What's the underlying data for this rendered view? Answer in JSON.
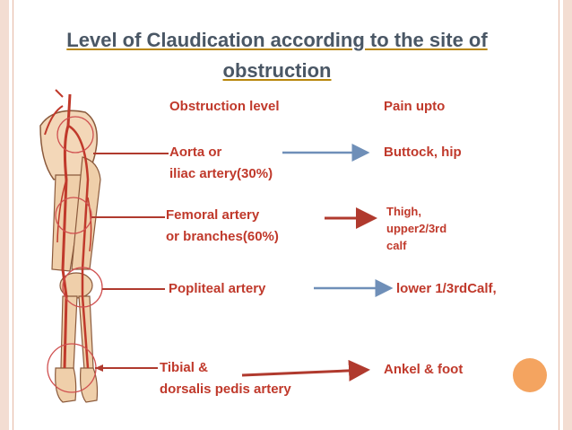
{
  "title": {
    "line1": "Level of Claudication according to the site of",
    "line2": "obstruction"
  },
  "headers": {
    "obstruction": "Obstruction level",
    "pain": "Pain upto"
  },
  "rows": [
    {
      "level_line1": "Aorta or",
      "level_line2": "iliac artery(30%)",
      "pain_line1": "Buttock, hip"
    },
    {
      "level_line1": "Femoral artery",
      "level_line2": "or branches(60%)",
      "pain_line1": "Thigh,",
      "pain_line2": "upper2/3rd",
      "pain_line3": "calf"
    },
    {
      "level_line1": "Popliteal artery",
      "pain_line1": "lower 1/3rdCalf,"
    },
    {
      "level_line1": "Tibial &",
      "level_line2": "dorsalis pedis artery",
      "pain_line1": "Ankel & foot"
    }
  ],
  "colors": {
    "text": "#c0392b",
    "title": "#4a5765",
    "arrow_red": "#b03a2e",
    "arrow_blue": "#6f8fb8",
    "circle": "#d05050",
    "accent_dot": "#f4a460",
    "stripe": "#f3ddd2"
  },
  "icons": [
    "leg-anatomy-illustration",
    "decorative-orange-dot"
  ]
}
